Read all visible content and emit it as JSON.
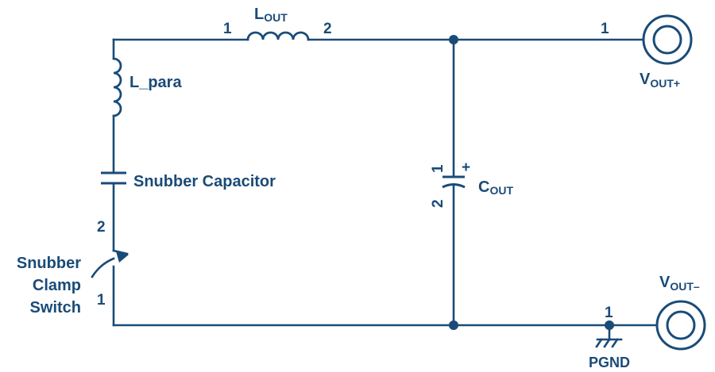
{
  "colors": {
    "ink": "#1a4b78",
    "background": "#ffffff"
  },
  "components": {
    "lout": {
      "name": "L",
      "subscript": "OUT",
      "pin1": "1",
      "pin2": "2"
    },
    "l_para": {
      "label": "L_para"
    },
    "snubber_capacitor": {
      "label": "Snubber Capacitor"
    },
    "snubber_switch": {
      "line1": "Snubber",
      "line2": "Clamp",
      "line3": "Switch",
      "pin1": "1",
      "pin2": "2"
    },
    "cout": {
      "name": "C",
      "subscript": "OUT",
      "pin1": "1",
      "pin2": "2",
      "polarity": "+"
    },
    "vout_plus": {
      "name": "V",
      "subscript": "OUT+",
      "pin": "1"
    },
    "vout_minus": {
      "name": "V",
      "subscript": "OUT–",
      "pin": "1"
    },
    "pgnd": {
      "label": "PGND"
    }
  }
}
